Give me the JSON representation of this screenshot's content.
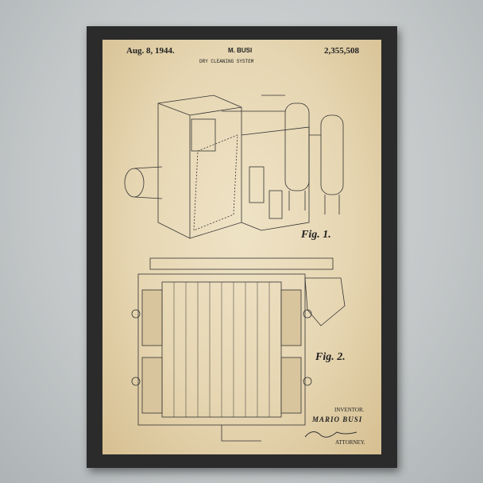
{
  "patent": {
    "date": "Aug. 8, 1944.",
    "inventor_header": "M. BUSI",
    "number": "2,355,508",
    "title": "DRY CLEANING SYSTEM",
    "figure_1_label": "Fig. 1.",
    "figure_2_label": "Fig. 2.",
    "inventor_label": "INVENTOR.",
    "inventor_name": "MARIO BUSI",
    "signature": "E.K. Bom",
    "attorney_label": "ATTORNEY."
  },
  "colors": {
    "wall": "#c3c7c8",
    "frame": "#2b2b2b",
    "paper": "#e6d6b2",
    "ink": "#222222"
  }
}
